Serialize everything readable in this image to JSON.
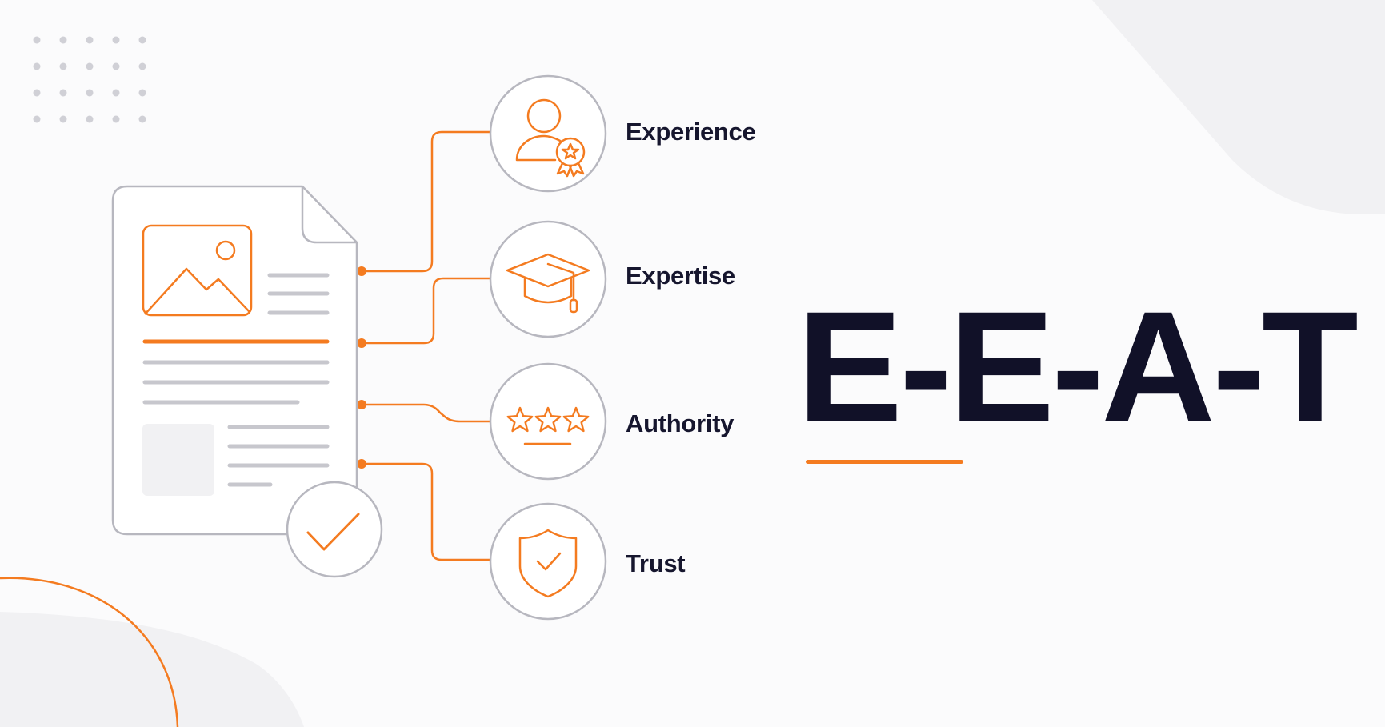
{
  "title": "E-E-A-T",
  "pillars": [
    {
      "label": "Experience",
      "icon": "user-award-icon"
    },
    {
      "label": "Expertise",
      "icon": "graduation-cap-icon"
    },
    {
      "label": "Authority",
      "icon": "three-stars-icon"
    },
    {
      "label": "Trust",
      "icon": "shield-check-icon"
    }
  ],
  "document_icons": [
    "image-placeholder-icon",
    "checkmark-icon"
  ],
  "colors": {
    "accent": "#f47b20",
    "text": "#16162e",
    "outline": "#b7b7bf",
    "text_lines": "#c7c7cd",
    "panel_fill": "#f1f1f3",
    "background": "#fbfbfc"
  }
}
